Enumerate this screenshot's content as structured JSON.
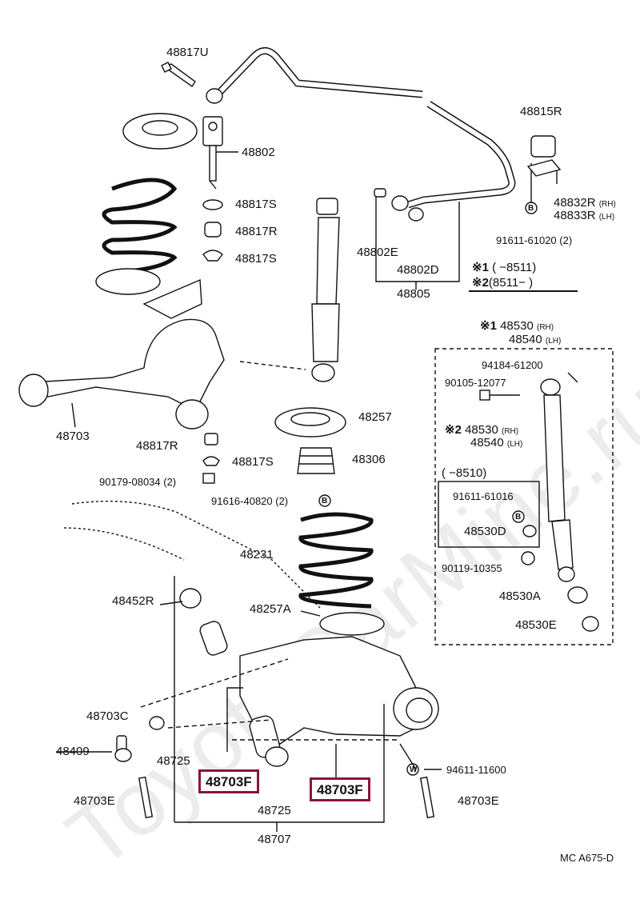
{
  "watermark": "ToyotaCarMine.ru",
  "footer_code": "MC  A675-D",
  "parts": {
    "p48817U": "48817U",
    "p48802": "48802",
    "p48817S_a": "48817S",
    "p48817R_a": "48817R",
    "p48817S_b": "48817S",
    "p48815R": "48815R",
    "p48832R": "48832R",
    "p48833R": "48833R",
    "rh": "(RH)",
    "lh": "(LH)",
    "p91611_61020": "91611-61020 (2)",
    "p48802E": "48802E",
    "p48802D": "48802D",
    "p48805": "48805",
    "p48703_upper": "48703",
    "p48257": "48257",
    "p48817R_b": "48817R",
    "p48306": "48306",
    "p48817S_c": "48817S",
    "p90179": "90179-08034 (2)",
    "p91616": "91616-40820 (2)",
    "p48231": "48231",
    "p48452R": "48452R",
    "p48257A": "48257A",
    "p48703C": "48703C",
    "p48409": "48409",
    "p48725_a": "48725",
    "p48703E_a": "48703E",
    "p48703F_a": "48703F",
    "p48725_b": "48725",
    "p48707": "48707",
    "p48703F_b": "48703F",
    "p94611": "94611-11600",
    "p48703E_b": "48703E"
  },
  "notes": {
    "mark": "※",
    "n1": "1",
    "n2": "2",
    "range1": "(        −8511)",
    "range2": "(8511−         )"
  },
  "shock_box": {
    "title_no": "1",
    "p48530": "48530",
    "p48540": "48540",
    "p94184": "94184-61200",
    "p90105": "90105-12077",
    "sub_no": "2",
    "p48530b": "48530",
    "p48540b": "48540",
    "range": "(      −8510)",
    "p91611_61016": "91611-61016",
    "p48530D": "48530D",
    "p90119": "90119-10355",
    "p48530A": "48530A",
    "p48530E": "48530E"
  },
  "symbols": {
    "b": "B",
    "w": "W"
  },
  "colors": {
    "highlight": "#8a1538",
    "ink": "#111111"
  }
}
